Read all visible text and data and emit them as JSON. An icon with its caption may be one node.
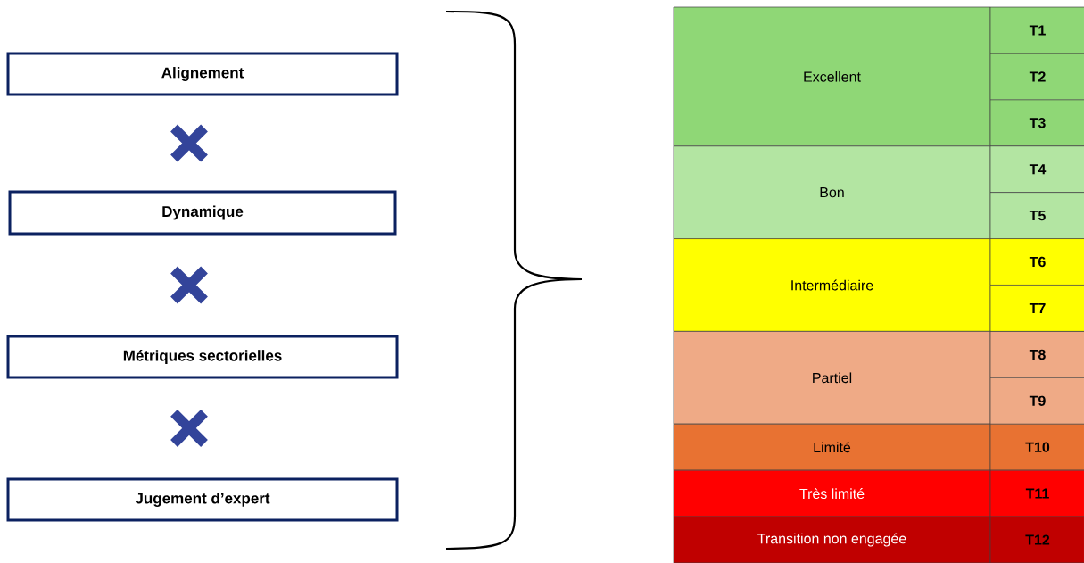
{
  "diagram": {
    "nodes": [
      {
        "text": [
          "Alignement"
        ]
      },
      {
        "text": [
          "Dynamique"
        ]
      },
      {
        "text": [
          "Métriques sectorielles"
        ]
      },
      {
        "text": [
          "Jugement d’expert"
        ]
      }
    ],
    "labels": [
      "Excellent",
      "T1",
      "T2",
      "T3",
      "Bon",
      "T4",
      "T5",
      "Intermédiaire",
      "T6",
      "T7",
      "Partiel",
      "T8",
      "T9",
      "Limité",
      "T10",
      "Très limité",
      "T11",
      "Transition non engagée",
      "T12"
    ]
  }
}
